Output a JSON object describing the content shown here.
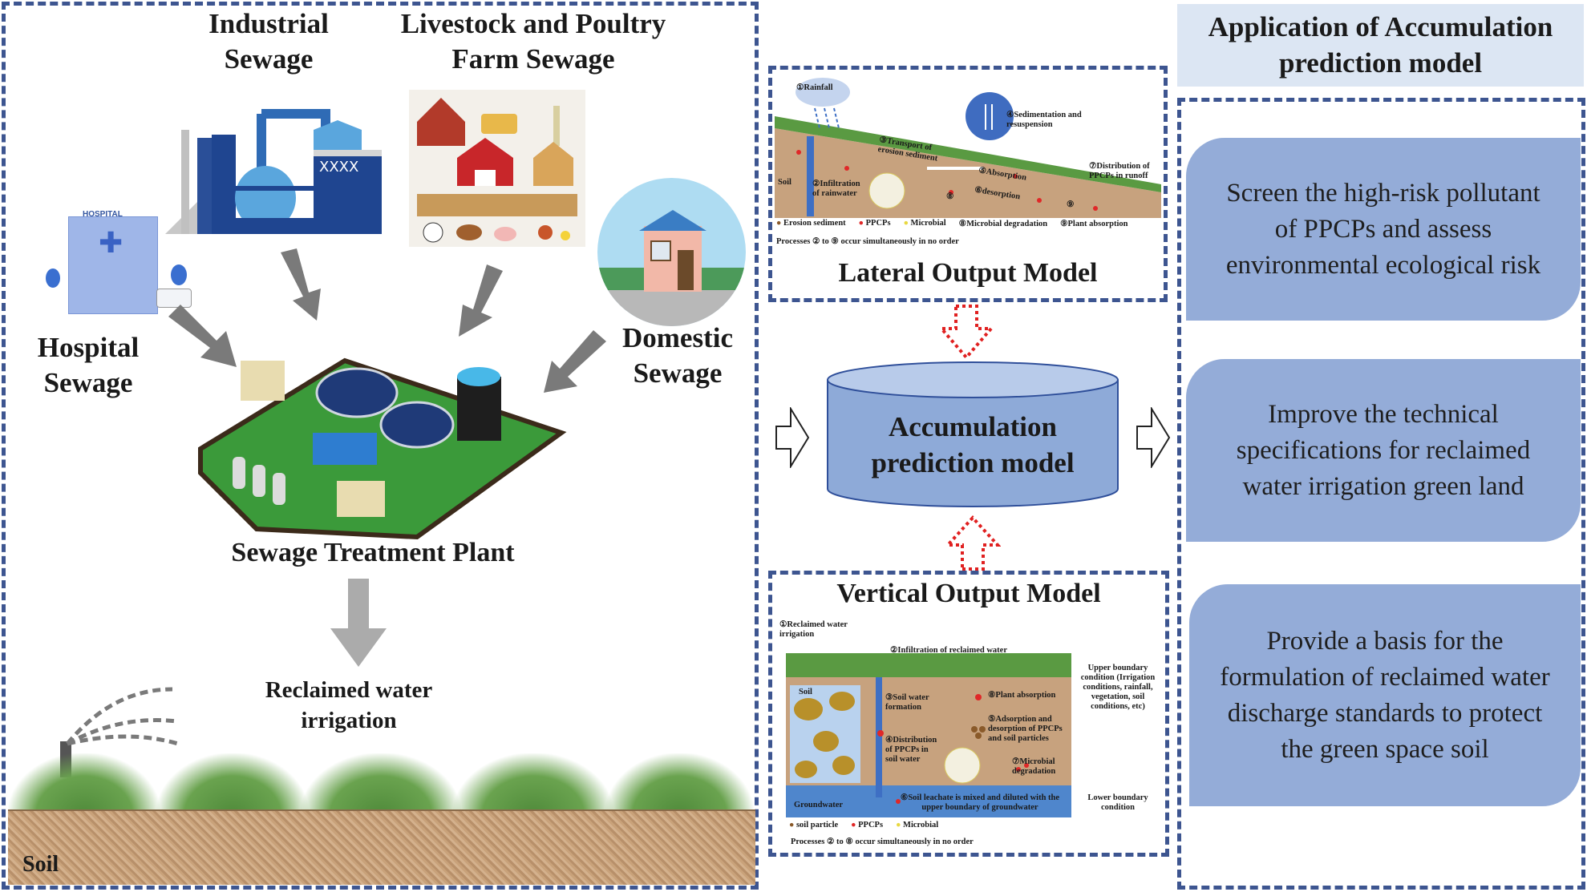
{
  "left_panel": {
    "sources": {
      "industrial": "Industrial Sewage",
      "livestock": "Livestock and Poultry Farm Sewage",
      "hospital": "Hospital Sewage",
      "domestic": "Domestic Sewage"
    },
    "hospital_sign": "HOSPITAL",
    "plant_label": "Sewage Treatment Plant",
    "irrigation_label": "Reclaimed water irrigation",
    "soil_label": "Soil"
  },
  "middle_panel": {
    "lateral_model": {
      "title": "Lateral Output Model",
      "labels": {
        "rainfall": "①Rainfall",
        "infiltration": "②Infiltration of rainwater",
        "transport": "③Transport of erosion sediment",
        "sedimentation": "④Sedimentation and resuspension",
        "absorption": "⑤Absorption",
        "desorption": "⑥desorption",
        "distribution": "⑦Distribution of PPCPs in runoff",
        "marker_8": "⑧",
        "marker_9": "⑨",
        "soil": "Soil"
      },
      "legend": [
        "Erosion sediment",
        "PPCPs",
        "Microbial",
        "⑧Microbial degradation",
        "⑨Plant absorption"
      ],
      "note": "Processes ② to ⑨ occur simultaneously in no order"
    },
    "center_model": "Accumulation prediction model",
    "vertical_model": {
      "title": "Vertical Output Model",
      "labels": {
        "irrigation": "①Reclaimed water irrigation",
        "infiltration": "②Infiltration of reclaimed water",
        "soil_water": "③Soil water formation",
        "distribution": "④Distribution of PPCPs in soil water",
        "adsorption": "⑤Adsorption and desorption of PPCPs and soil particles",
        "leachate": "⑥Soil leachate is mixed and diluted with the upper boundary of groundwater",
        "microbial": "⑦Microbial degradation",
        "plant": "⑧Plant absorption",
        "soil": "Soil",
        "groundwater": "Groundwater",
        "upper_boundary": "Upper boundary condition (Irrigation conditions, rainfall, vegetation, soil conditions, etc)",
        "lower_boundary": "Lower boundary condition"
      },
      "legend": [
        "soil particle",
        "PPCPs",
        "Microbial"
      ],
      "note": "Processes ② to ⑧ occur simultaneously in no order"
    }
  },
  "right_panel": {
    "title": "Application of Accumulation prediction model",
    "cards": [
      "Screen the high-risk pollutant of PPCPs and assess environmental ecological risk",
      "Improve the technical specifications for reclaimed water irrigation green land",
      "Provide a basis for the formulation of reclaimed water discharge standards to protect the green space soil"
    ]
  },
  "colors": {
    "dash_border": "#3d5590",
    "card_fill": "#94acd8",
    "header_fill": "#dce6f3",
    "cylinder_fill": "#8eaad8",
    "red_arrow": "#e02020",
    "gray_arrow": "#7a7a7a"
  }
}
